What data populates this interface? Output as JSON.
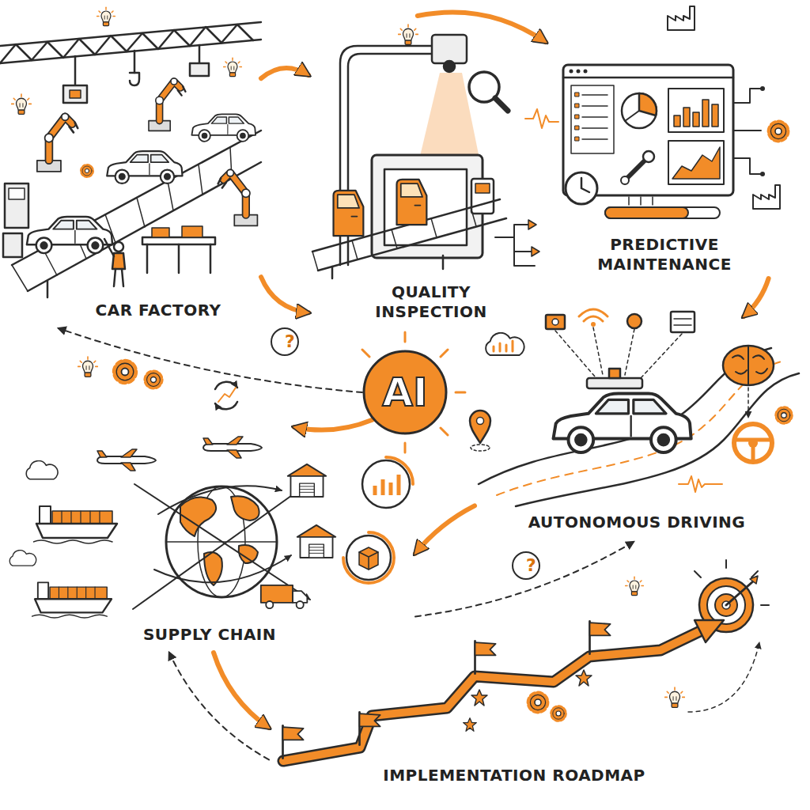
{
  "diagram": {
    "nodes": [
      {
        "text": [
          "CAR FACTORY"
        ]
      },
      {
        "text": [
          "QUALITY INSPECTION"
        ]
      },
      {
        "text": [
          "PREDICTIVE MAINTENANCE"
        ]
      },
      {
        "text": [
          "AI"
        ]
      },
      {
        "text": [
          "AUTONOMOUS DRIVING"
        ]
      },
      {
        "text": [
          "SUPPLY CHAIN"
        ]
      },
      {
        "text": [
          "IMPLEMENTATION ROADMAP"
        ]
      }
    ],
    "edges": [
      {
        "from": 0,
        "to": 1,
        "arrow": "to"
      },
      {
        "from": 0,
        "to": 1,
        "arrow": "to"
      },
      {
        "from": 1,
        "to": 2,
        "arrow": "to"
      },
      {
        "from": 2,
        "to": 4,
        "arrow": "to"
      },
      {
        "from": 4,
        "to": 5,
        "arrow": "to"
      },
      {
        "from": 3,
        "to": 5,
        "arrow": "to"
      },
      {
        "from": 3,
        "to": 0,
        "arrow": "to"
      },
      {
        "from": 5,
        "to": 6,
        "arrow": "to"
      },
      {
        "from": 5,
        "to": 4,
        "arrow": "to"
      },
      {
        "from": 6,
        "to": 5,
        "arrow": "to"
      }
    ],
    "labels": [
      "?",
      "?"
    ]
  }
}
